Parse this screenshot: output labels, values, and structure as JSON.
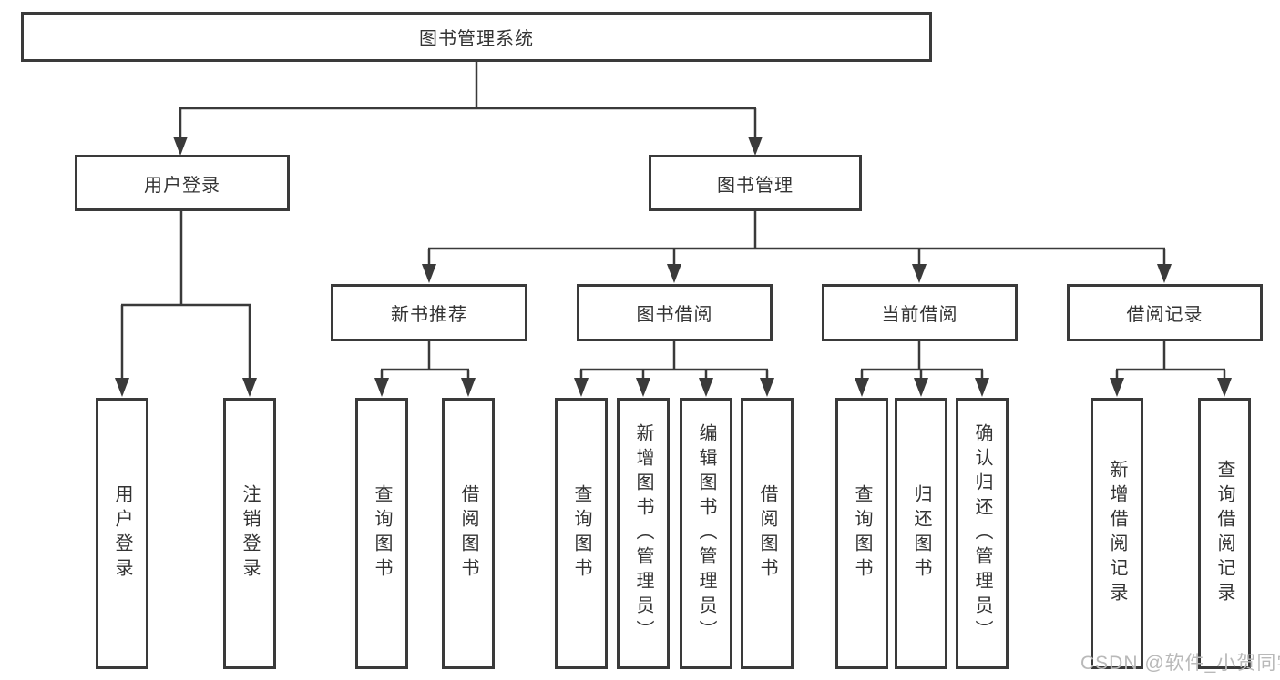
{
  "tree": {
    "root": "图书管理系统",
    "branches": [
      {
        "label": "用户登录",
        "children": [
          "用户登录",
          "注销登录"
        ]
      },
      {
        "label": "图书管理",
        "sections": [
          {
            "label": "新书推荐",
            "children": [
              "查询图书",
              "借阅图书"
            ]
          },
          {
            "label": "图书借阅",
            "children": [
              "查询图书",
              "新增图书（管理员）",
              "编辑图书（管理员）",
              "借阅图书"
            ]
          },
          {
            "label": "当前借阅",
            "children": [
              "查询图书",
              "归还图书",
              "确认归还（管理员）"
            ]
          },
          {
            "label": "借阅记录",
            "children": [
              "新增借阅记录",
              "查询借阅记录"
            ]
          }
        ]
      }
    ]
  },
  "watermark": {
    "text": "CSDN @软件_小贺同学"
  },
  "colors": {
    "line": "#3a3a3a",
    "text": "#333333",
    "watermark": "#b9b9b9",
    "background": "#ffffff"
  }
}
